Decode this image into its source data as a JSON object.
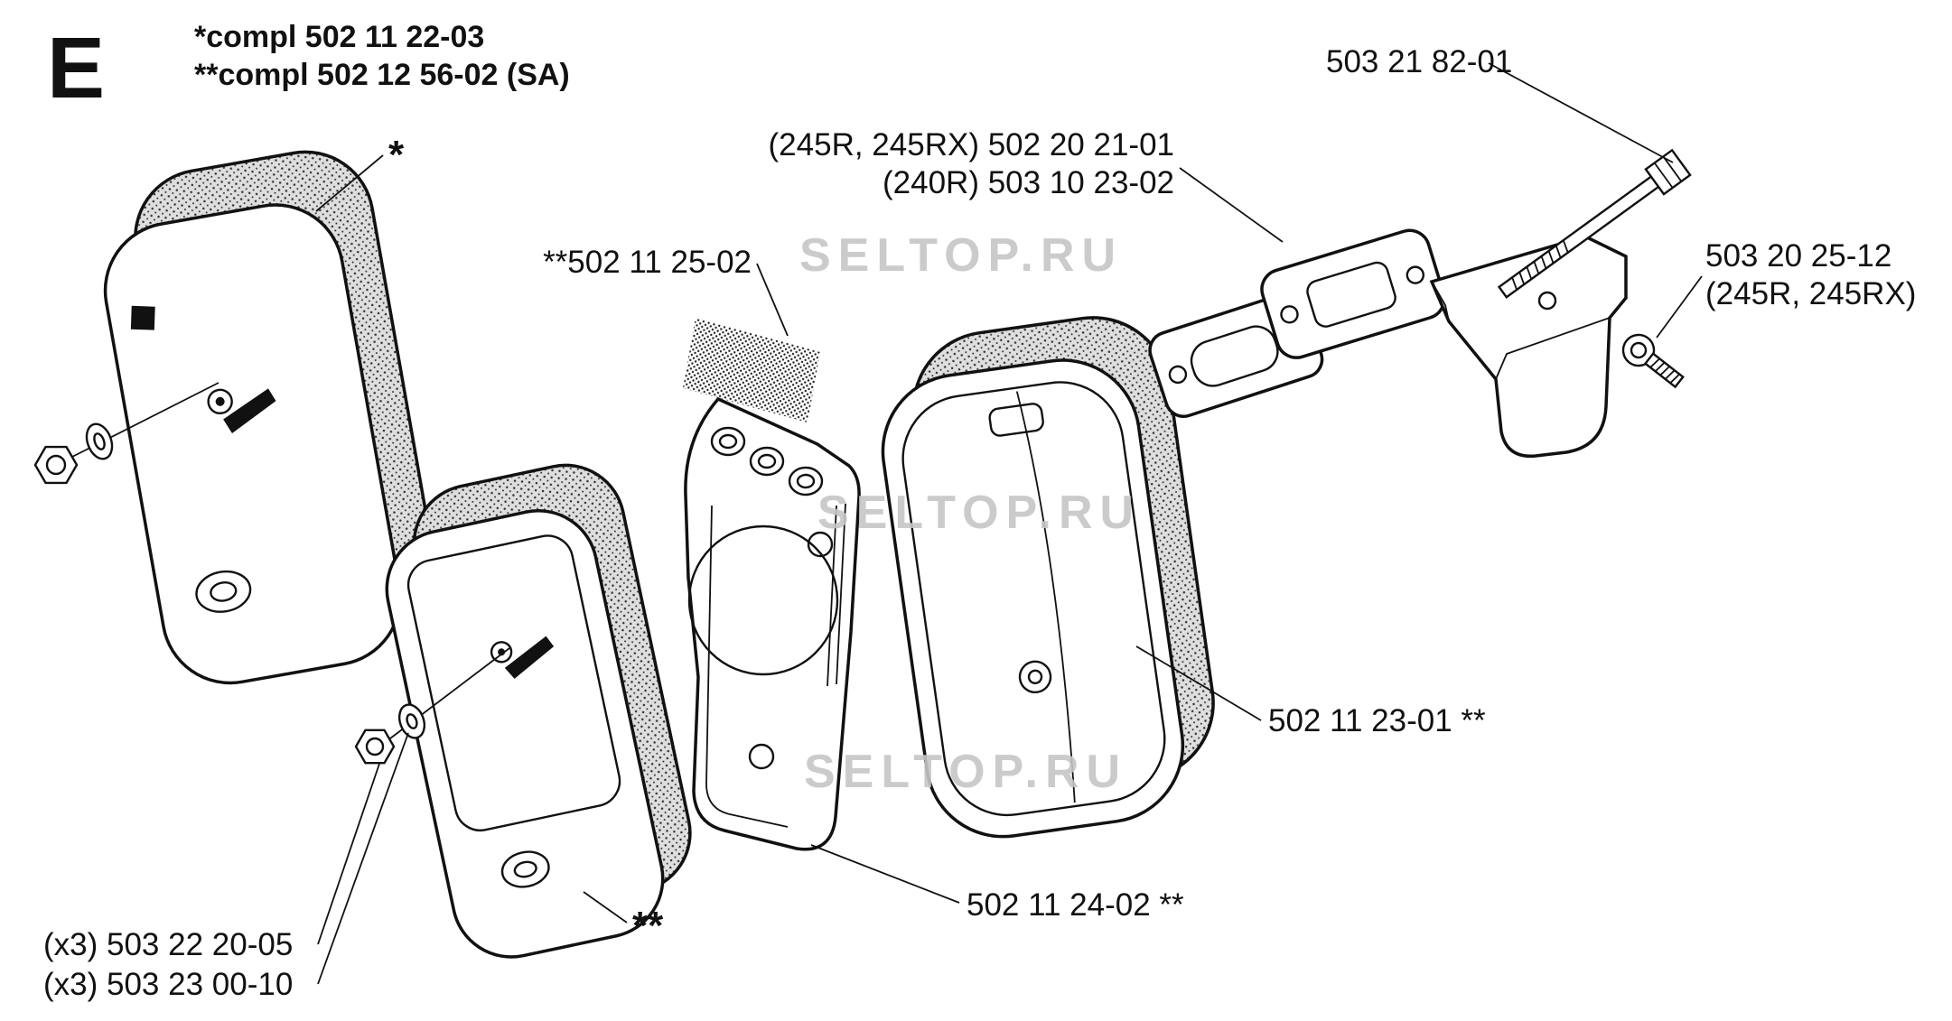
{
  "page": {
    "section_letter": "E",
    "header": {
      "line1": "*compl 502 11 22-03",
      "line2": "**compl 502 12 56-02 (SA)"
    }
  },
  "labels": {
    "bolt": "503 21 82-01",
    "gasket_245r": "(245R, 245RX) 502 20 21-01",
    "gasket_240r": "(240R) 503 10 23-02",
    "mesh_screen": "**502 11 25-02",
    "screw": "503 20 25-12",
    "screw_models": "(245R, 245RX)",
    "muffler_body": "502 11 23-01 **",
    "baffle_plate": "502 11 24-02 **",
    "nut": "(x3) 503 22 20-05",
    "washer": "(x3) 503 23 00-10",
    "outer_half_marker": "*",
    "inner_half_marker": "**"
  },
  "watermark": {
    "text": "SELTOP.RU",
    "color": "#c6c6c6"
  },
  "line_color": "#111111"
}
